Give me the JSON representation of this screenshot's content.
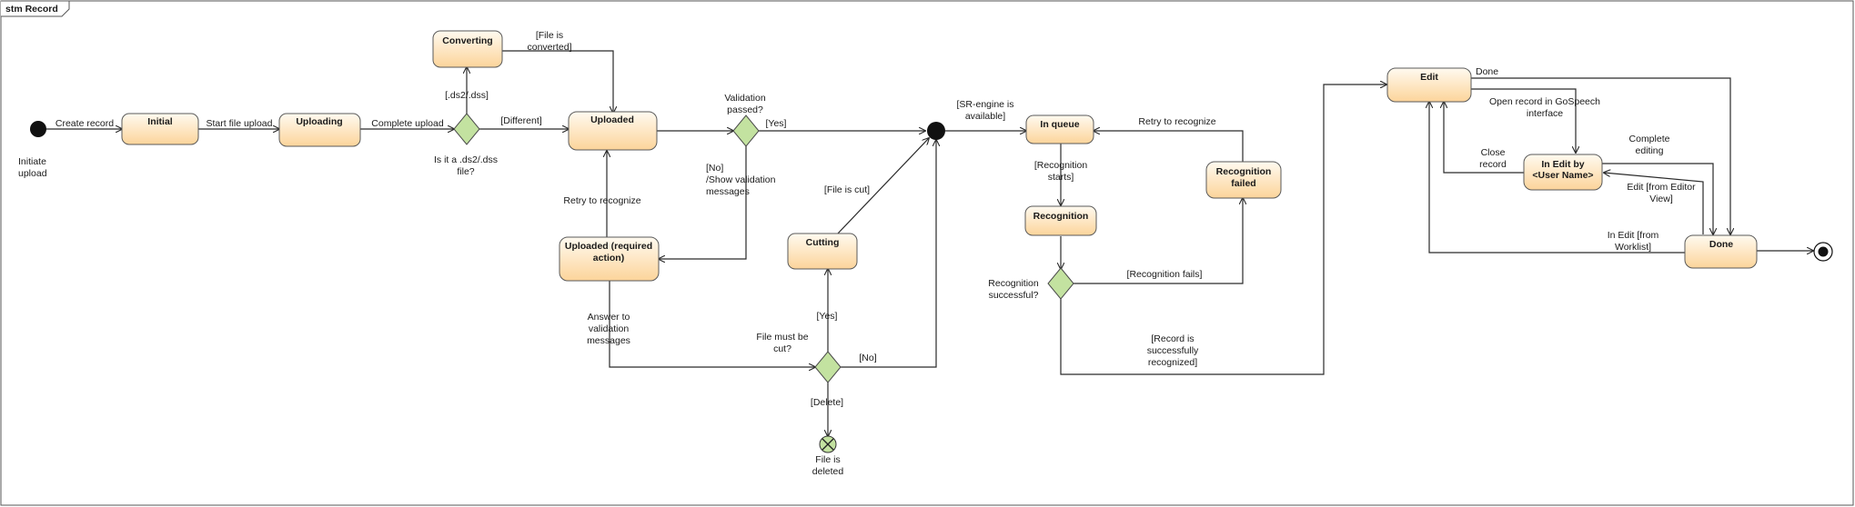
{
  "frame": {
    "title": "stm Record"
  },
  "states": {
    "initial": "Initial",
    "uploading": "Uploading",
    "converting": "Converting",
    "uploaded": "Uploaded",
    "uploaded_required_action": [
      "Uploaded (required",
      "action)"
    ],
    "cutting": "Cutting",
    "in_queue": "In queue",
    "recognition": "Recognition",
    "recognition_failed": [
      "Recognition",
      "failed"
    ],
    "edit": "Edit",
    "in_edit_by": [
      "In Edit by",
      "<User Name>"
    ],
    "done": "Done"
  },
  "notes": {
    "initiate_upload": [
      "Initiate",
      "upload"
    ],
    "is_ds2_file": [
      "Is it a .ds2/.dss",
      "file?"
    ],
    "validation_passed": [
      "Validation",
      "passed?"
    ],
    "file_must_be_cut": [
      "File must be",
      "cut?"
    ],
    "file_is_deleted": [
      "File is",
      "deleted"
    ],
    "recognition_successful": [
      "Recognition",
      "successful?"
    ]
  },
  "transitions": {
    "create_record": "Create record",
    "start_file_upload": "Start file upload",
    "complete_upload": "Complete upload",
    "ds2_dss": "[.ds2/.dss]",
    "different": "[Different]",
    "file_is_converted": [
      "[File is",
      "converted]"
    ],
    "yes_validation": "[Yes]",
    "no_show_validation": [
      "[No]",
      "/Show validation",
      "messages"
    ],
    "retry_to_recognize_left": "Retry to recognize",
    "answer_to_validation": [
      "Answer to",
      "validation",
      "messages"
    ],
    "yes_cut": "[Yes]",
    "no_cut": "[No]",
    "delete": "[Delete]",
    "file_is_cut": "[File is cut]",
    "sr_engine_available": [
      "[SR-engine is",
      "available]"
    ],
    "recognition_starts": [
      "[Recognition",
      "starts]"
    ],
    "recognition_fails": "[Recognition fails]",
    "retry_to_recognize_right": "Retry to recognize",
    "record_recognized": [
      "[Record is",
      "successfully",
      "recognized]"
    ],
    "done_edge": "Done",
    "open_record": [
      "Open record in GoSpeech",
      "interface"
    ],
    "close_record": [
      "Close",
      "record"
    ],
    "complete_editing": [
      "Complete",
      "editing"
    ],
    "edit_from_editor": [
      "Edit [from Editor",
      "View]"
    ],
    "in_edit_from_worklist": [
      "In Edit [from",
      "Worklist]"
    ]
  },
  "colors": {
    "state_fill_top": "#fffaf0",
    "state_fill_bottom": "#fcd49a",
    "decision_fill": "#c3e2a0",
    "line": "#2a2a2a"
  }
}
